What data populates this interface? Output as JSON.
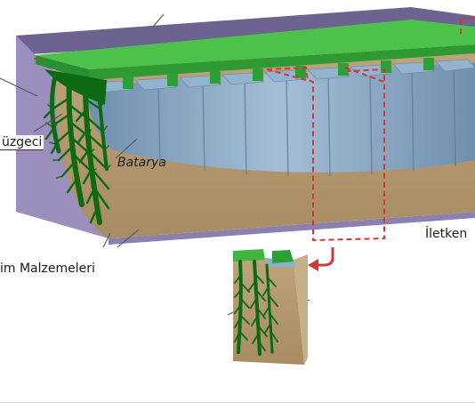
{
  "labels": {
    "heatsink": "üzgeci",
    "battery": "Batarya",
    "materials": "im Malzemeleri",
    "conductor": "İletken"
  },
  "colors": {
    "casing": "#9b8fbd",
    "casing_dark": "#6d6390",
    "sink_green": "#3fb63f",
    "sink_green_dark": "#1f8a24",
    "tree_green": "#0f6a12",
    "cell_blue": "#7d9bb8",
    "cell_blue_light": "#9fb9d1",
    "fill_tan": "#b59b73",
    "fill_tan_dark": "#9a7f58",
    "dashed_red": "#d0393c"
  }
}
